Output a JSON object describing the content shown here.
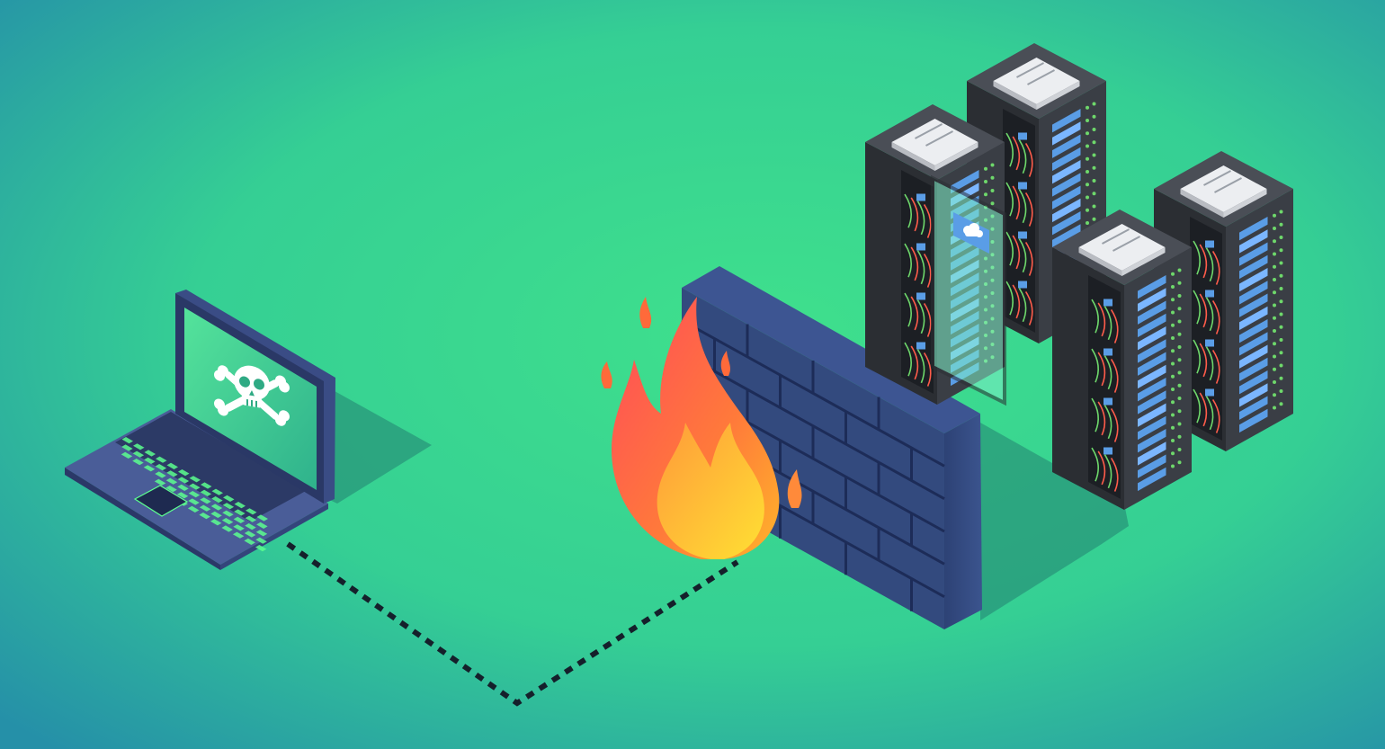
{
  "scene": {
    "colors": {
      "bg_center": "#3fe08c",
      "bg_edge": "#2590a8",
      "laptop_body": "#3d4f86",
      "laptop_screen": "#46d88f",
      "key_glow": "#5cff8f",
      "wall_face": "#334a7e",
      "wall_mortar": "#22335f",
      "flame_outer": "#ff5a48",
      "flame_inner": "#ffd12e",
      "rack_body": "#2c2f34",
      "rack_top": "#e8eaee",
      "rack_led": "#5a9de6",
      "cable_green": "#6ed86b",
      "cable_red": "#ff5c4a",
      "link_line": "#15202b"
    },
    "icons": {
      "laptop": "laptop-icon",
      "skull": "skull-crossbones-icon",
      "firewall": "firewall-brick-wall-icon",
      "fire": "fire-icon",
      "server": "server-rack-icon",
      "cloud": "cloud-icon"
    },
    "server_racks": [
      {
        "name": "server-rack-back-left",
        "door": "open"
      },
      {
        "name": "server-rack-back-right",
        "door": "closed"
      },
      {
        "name": "server-rack-front-left",
        "door": "closed"
      },
      {
        "name": "server-rack-front-right",
        "door": "closed"
      }
    ],
    "connection": {
      "style": "dotted",
      "from": "laptop",
      "to": "firewall"
    }
  }
}
